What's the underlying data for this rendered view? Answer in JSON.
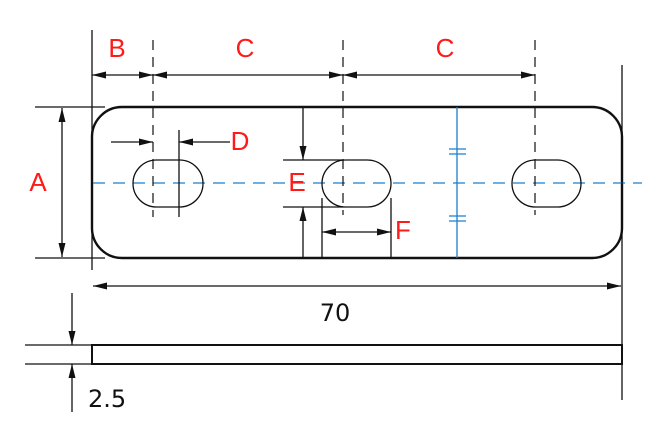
{
  "labels": {
    "A": "A",
    "B": "B",
    "C1": "C",
    "C2": "C",
    "D": "D",
    "E": "E",
    "F": "F"
  },
  "dimensions": {
    "length": "70",
    "thickness": "2.5"
  },
  "colors": {
    "label": "#ff1a1a",
    "centerline": "#1a7fd0",
    "line": "#111111"
  }
}
